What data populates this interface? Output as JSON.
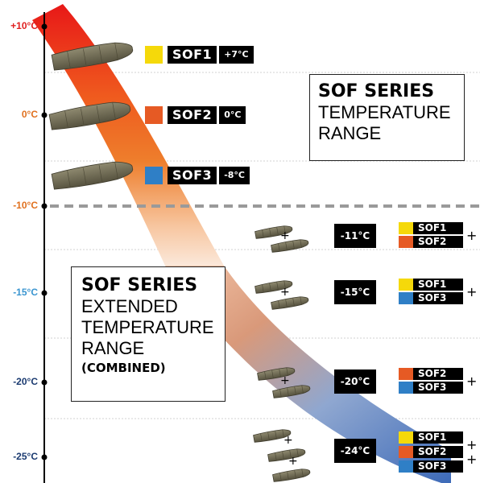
{
  "colors": {
    "sof1": "#f5d90a",
    "sof2": "#e65a24",
    "sof3": "#2f7fc6",
    "axis_hot": "#e02020",
    "axis_warm": "#e0701e",
    "axis_cool": "#3a95d0",
    "axis_dark": "#1a3a70"
  },
  "axis": {
    "ticks": [
      {
        "label": "+10°C",
        "color": "#e02020"
      },
      {
        "label": "0°C",
        "color": "#e0701e"
      },
      {
        "label": "-10°C",
        "color": "#e0701e"
      },
      {
        "label": "-15°C",
        "color": "#3a95d0"
      },
      {
        "label": "-20°C",
        "color": "#1a3a70"
      },
      {
        "label": "-25°C",
        "color": "#1a3a70"
      }
    ]
  },
  "singles": [
    {
      "name": "SOF1",
      "temp": "+7°C",
      "color": "#f5d90a"
    },
    {
      "name": "SOF2",
      "temp": "0°C",
      "color": "#e65a24"
    },
    {
      "name": "SOF3",
      "temp": "-8°C",
      "color": "#2f7fc6"
    }
  ],
  "series_box": {
    "line1": "SOF SERIES",
    "line2": "TEMPERATURE",
    "line3": "RANGE"
  },
  "extended_box": {
    "line1": "SOF SERIES",
    "line2": "EXTENDED",
    "line3": "TEMPERATURE",
    "line4": "RANGE",
    "line5": "(COMBINED)"
  },
  "combos": [
    {
      "temp": "-11°C",
      "items": [
        {
          "name": "SOF1",
          "color": "#f5d90a"
        },
        {
          "name": "SOF2",
          "color": "#e65a24"
        }
      ],
      "plus": "+"
    },
    {
      "temp": "-15°C",
      "items": [
        {
          "name": "SOF1",
          "color": "#f5d90a"
        },
        {
          "name": "SOF3",
          "color": "#2f7fc6"
        }
      ],
      "plus": "+"
    },
    {
      "temp": "-20°C",
      "items": [
        {
          "name": "SOF2",
          "color": "#e65a24"
        },
        {
          "name": "SOF3",
          "color": "#2f7fc6"
        }
      ],
      "plus": "+"
    },
    {
      "temp": "-24°C",
      "items": [
        {
          "name": "SOF1",
          "color": "#f5d90a"
        },
        {
          "name": "SOF2",
          "color": "#e65a24"
        },
        {
          "name": "SOF3",
          "color": "#2f7fc6"
        }
      ],
      "plus": "+"
    }
  ]
}
